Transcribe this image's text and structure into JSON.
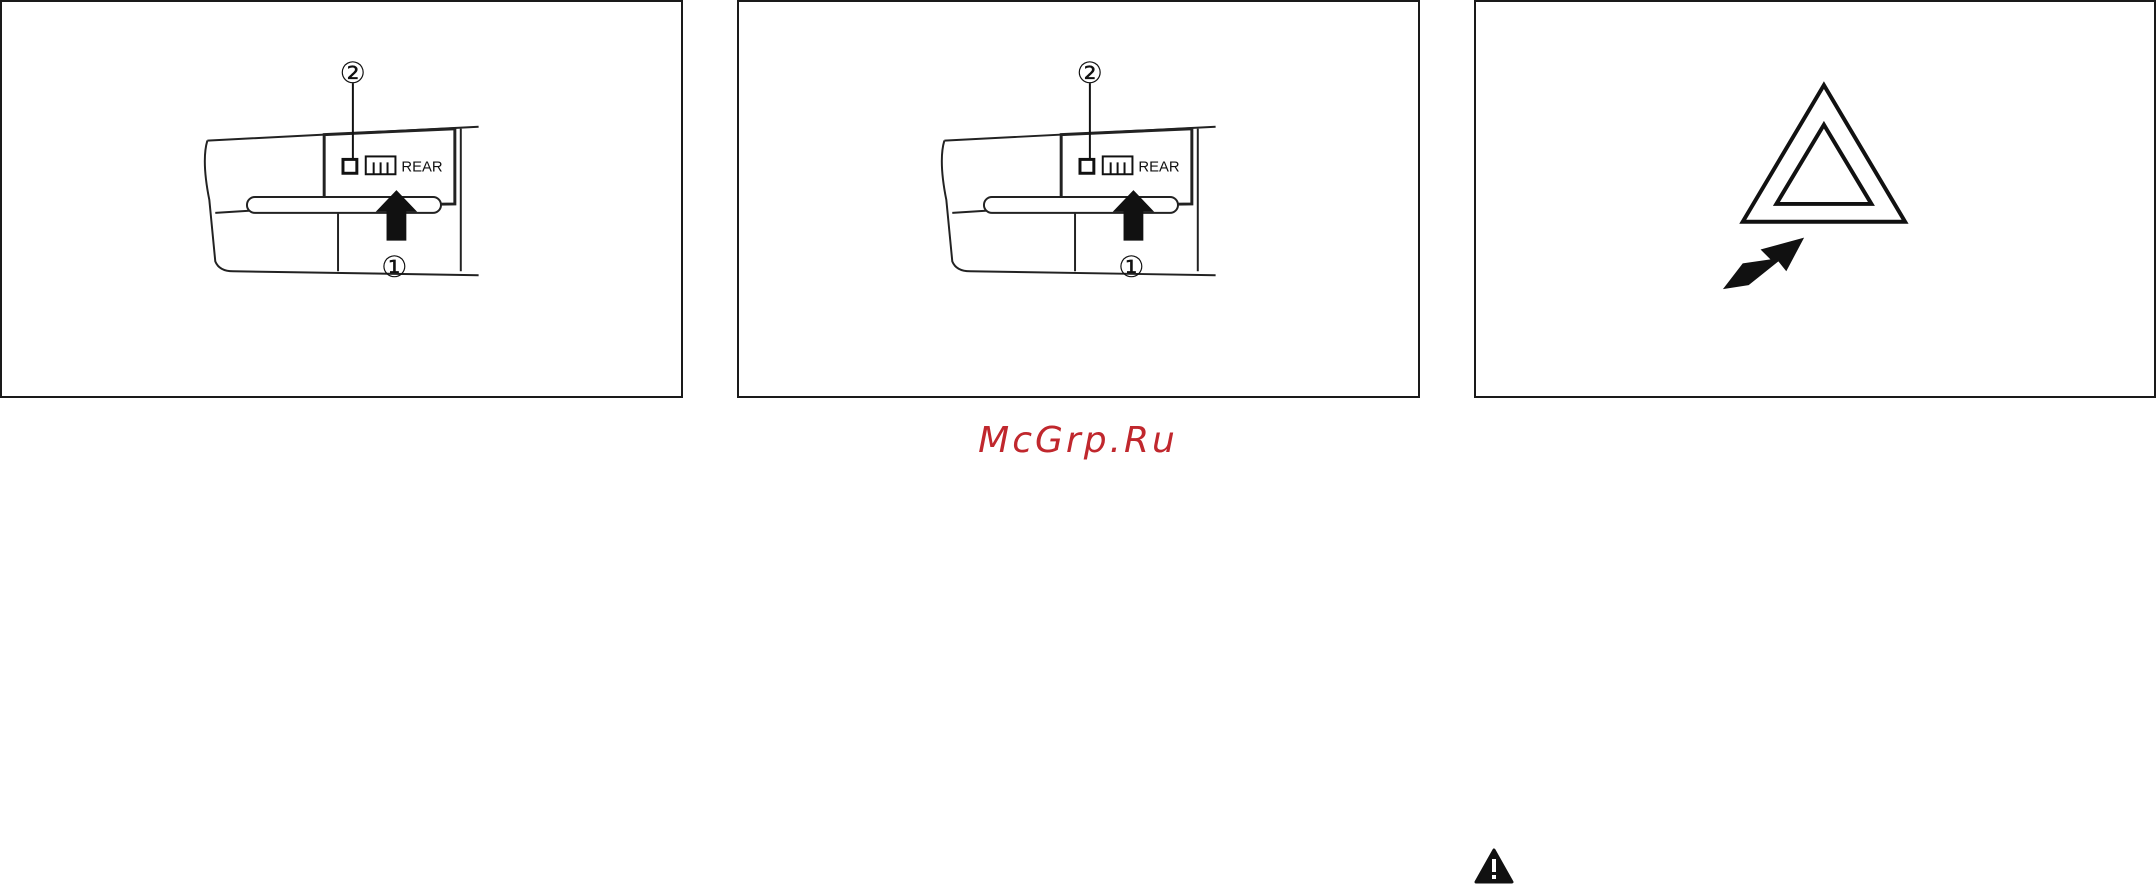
{
  "figures": [
    {
      "label_rear": "REAR",
      "callout_1": "①",
      "callout_2": "②",
      "arrow_icon": "up-arrow-icon",
      "indicator_icon": "indicator-light-icon",
      "defroster_icon": "rear-defroster-icon"
    },
    {
      "label_rear": "REAR",
      "callout_1": "①",
      "callout_2": "②",
      "arrow_icon": "up-arrow-icon",
      "indicator_icon": "indicator-light-icon",
      "defroster_icon": "rear-defroster-icon"
    },
    {
      "hazard_icon": "hazard-warning-triangle-icon",
      "arrow_icon": "press-arrow-icon"
    }
  ],
  "watermark": {
    "text": "McGrp.Ru",
    "color": "#c0272d"
  },
  "footer": {
    "warning_icon": "warning-triangle-icon"
  }
}
